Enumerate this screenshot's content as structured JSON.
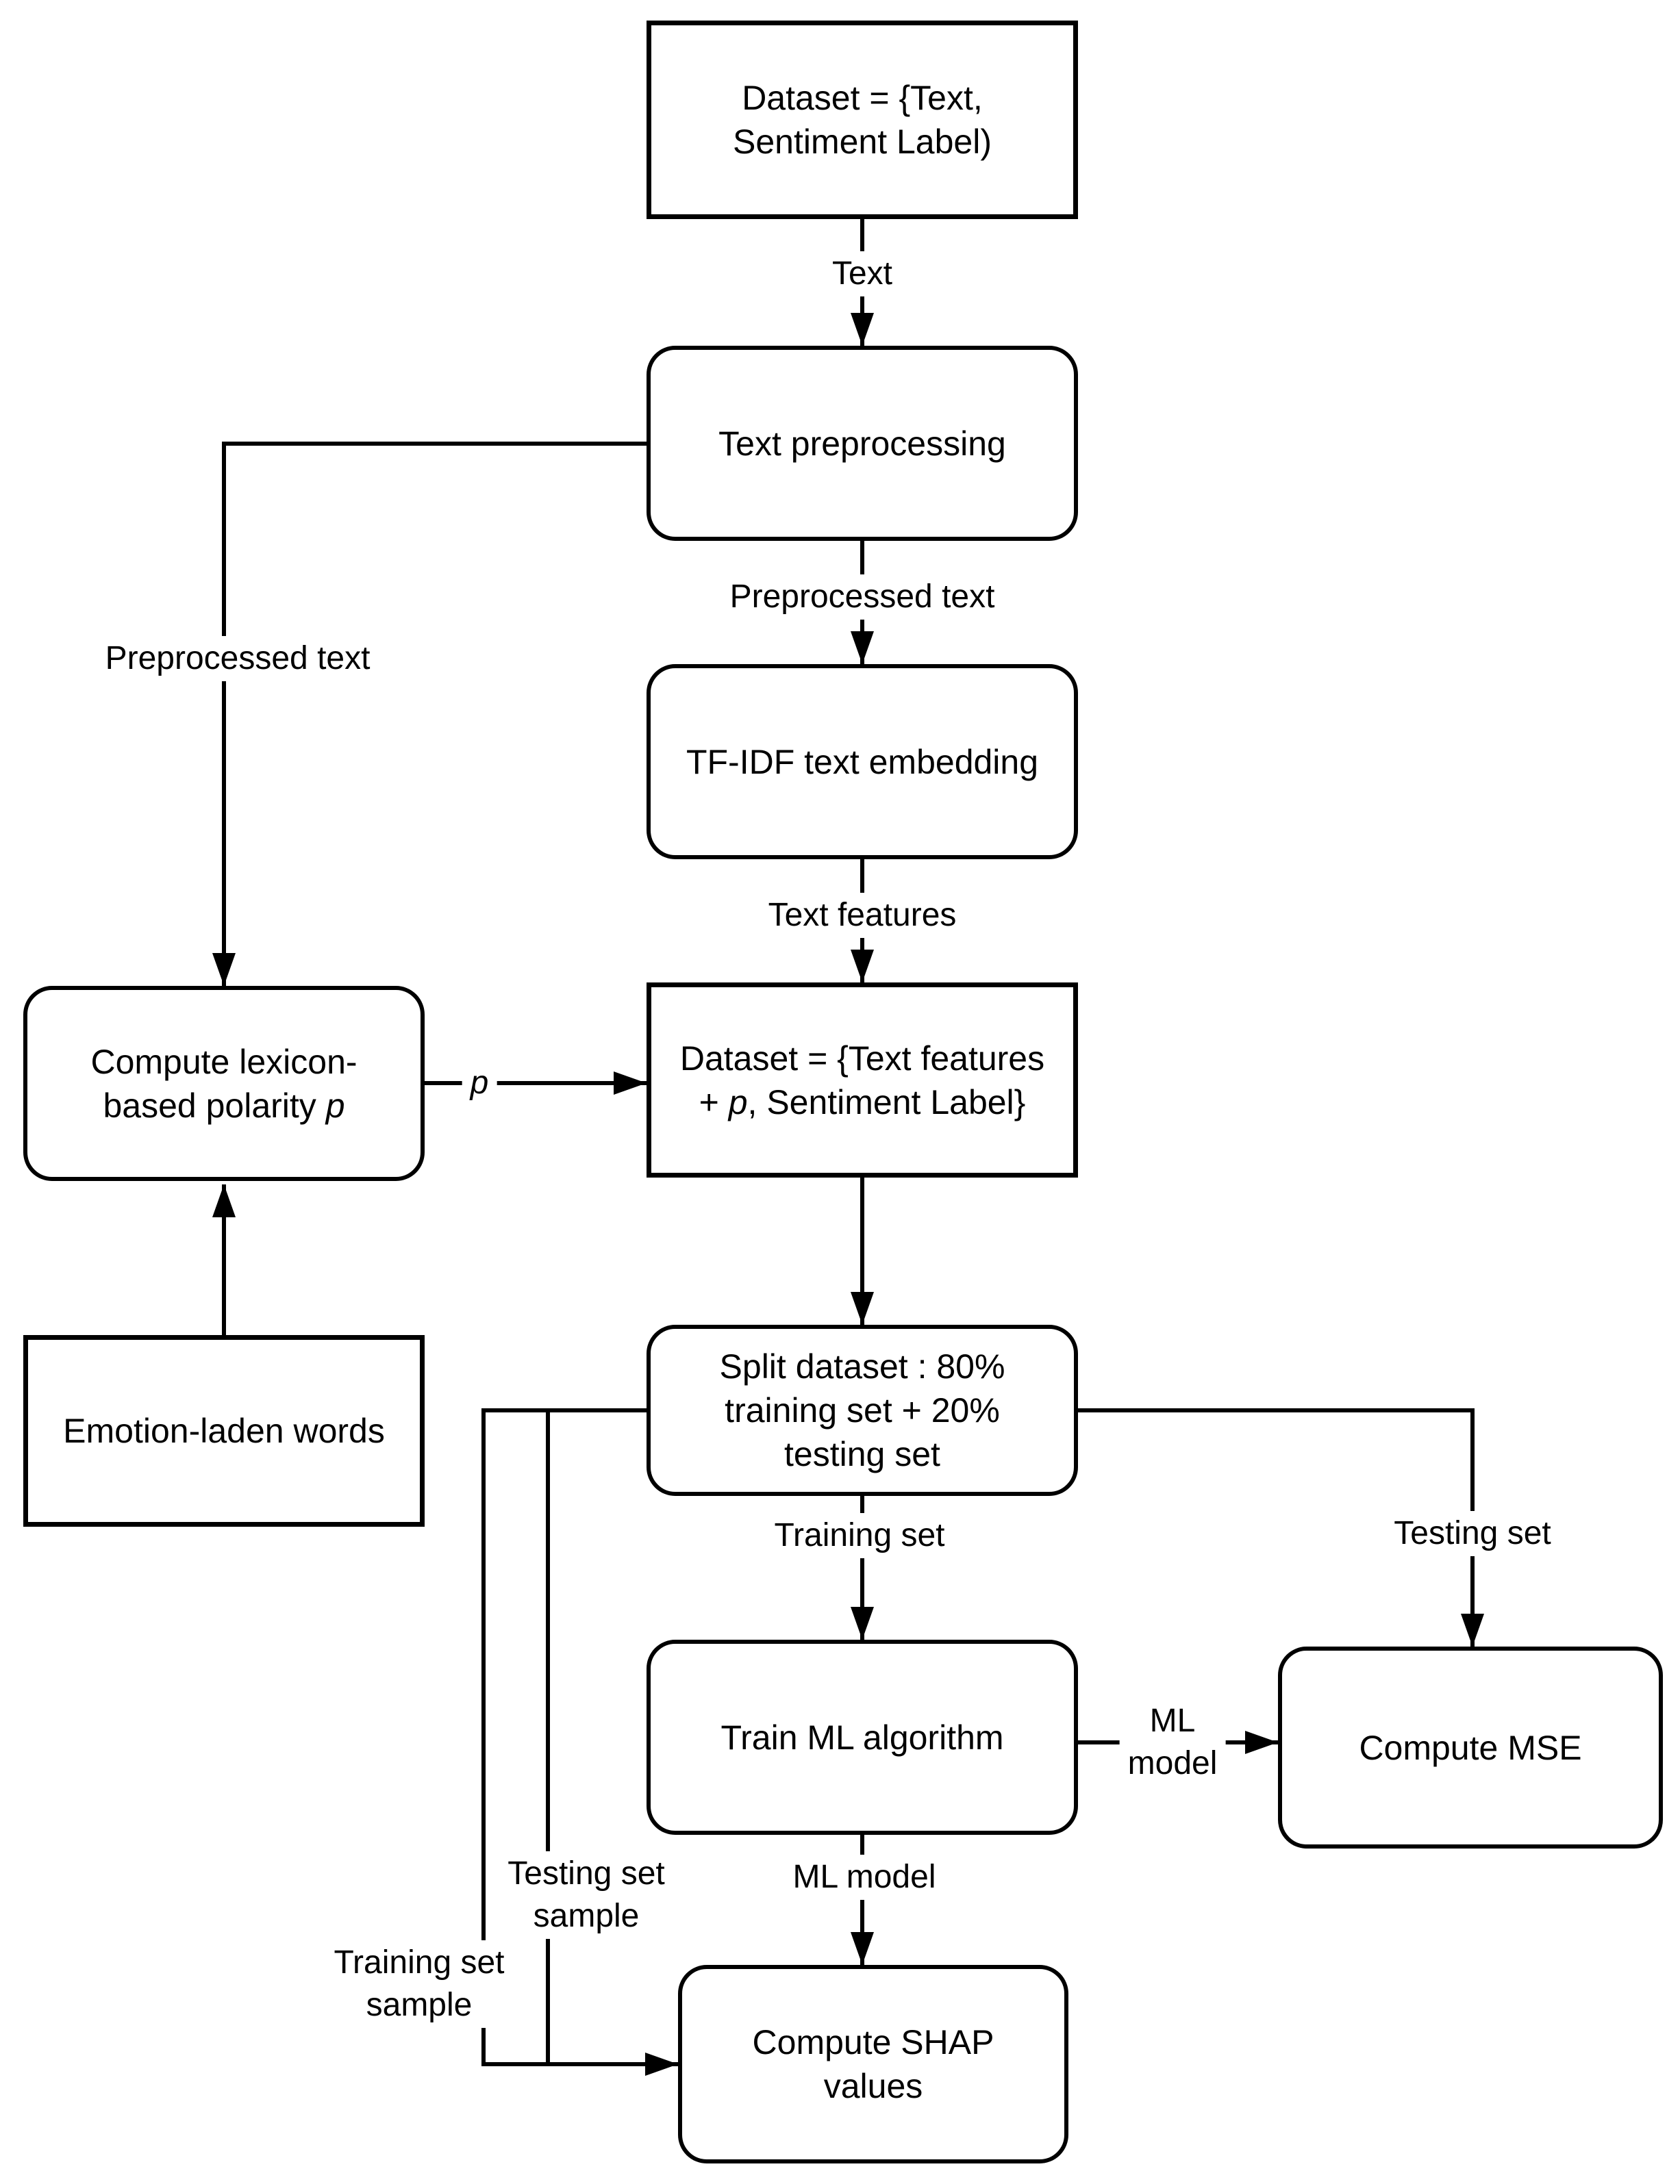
{
  "diagram": {
    "background_color": "#ffffff",
    "stroke_color": "#000000",
    "nodes": {
      "dataset1": {
        "label": "Dataset = {Text,\nSentiment Label)"
      },
      "preprocess": {
        "label": "Text preprocessing"
      },
      "tfidf": {
        "label": "TF-IDF text embedding"
      },
      "dataset2": {
        "line1": "Dataset = {Text features",
        "line2_prefix": "+ ",
        "line2_var": "p",
        "line2_suffix": ", Sentiment Label}"
      },
      "lexicon": {
        "line1": "Compute lexicon-",
        "line2_prefix": "based polarity ",
        "line2_var": "p"
      },
      "emotion": {
        "label": "Emotion-laden words"
      },
      "split": {
        "label": "Split dataset : 80%\ntraining set + 20%\ntesting set"
      },
      "trainml": {
        "label": "Train ML algorithm"
      },
      "mse": {
        "label": "Compute MSE"
      },
      "shap": {
        "label": "Compute SHAP\nvalues"
      }
    },
    "edge_labels": {
      "text": "Text",
      "preprocessed_text_mid": "Preprocessed text",
      "text_features": "Text features",
      "preprocessed_text_left": "Preprocessed text",
      "p": "p",
      "training_set": "Training set",
      "testing_set": "Testing set",
      "ml_model_right": "ML\nmodel",
      "ml_model_down": "ML model",
      "testing_set_sample": "Testing set\nsample",
      "training_set_sample": "Training set\nsample"
    }
  }
}
